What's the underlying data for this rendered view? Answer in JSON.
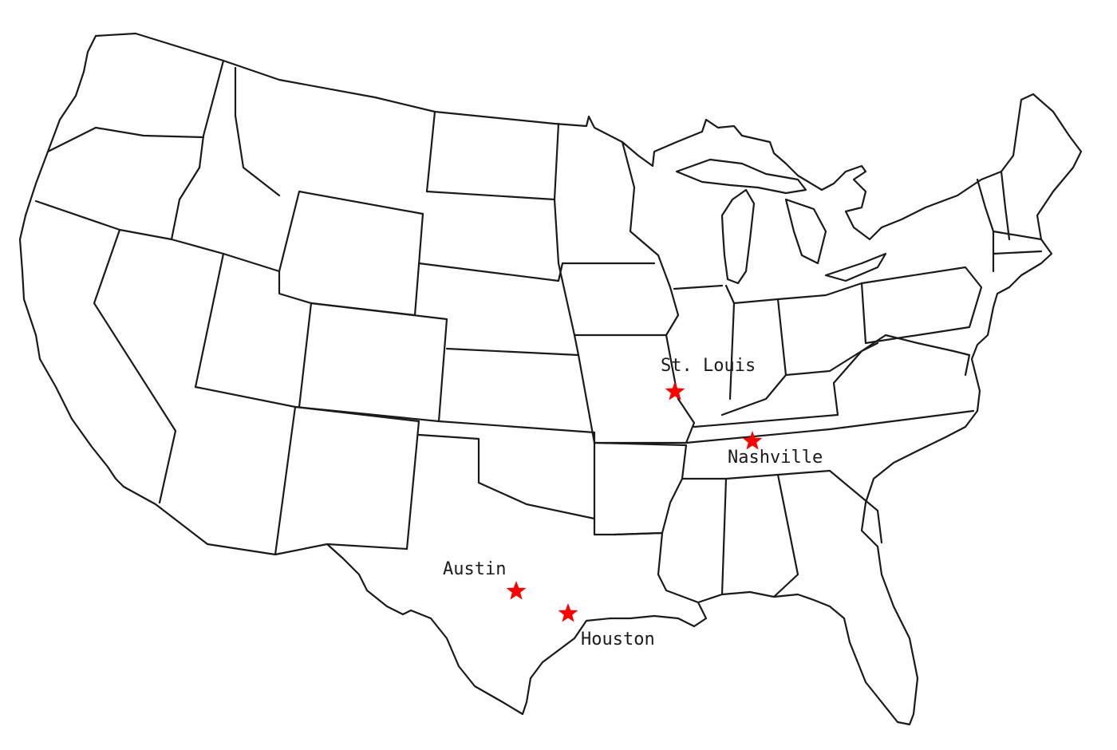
{
  "marker_color": "#ff0000",
  "outline_color": "#1a1a1a",
  "marker_icon": "star-icon",
  "cities": [
    {
      "id": "st-louis",
      "name": "St. Louis"
    },
    {
      "id": "nashville",
      "name": "Nashville"
    },
    {
      "id": "austin",
      "name": "Austin"
    },
    {
      "id": "houston",
      "name": "Houston"
    }
  ]
}
